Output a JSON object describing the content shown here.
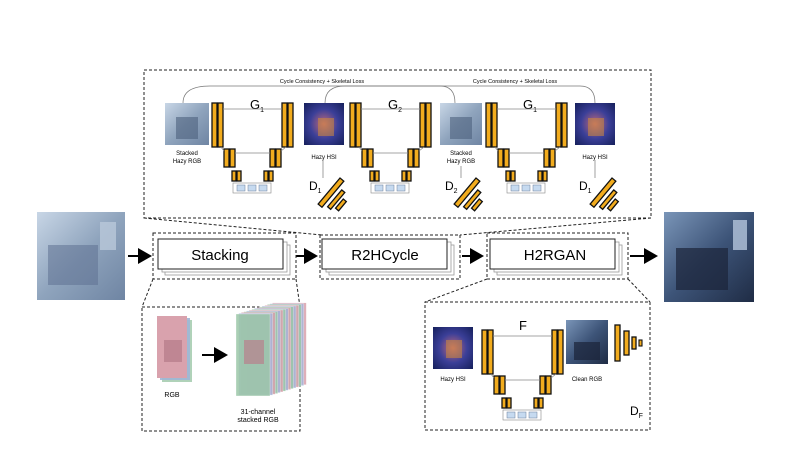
{
  "pipeline": {
    "stacking_label": "Stacking",
    "r2hcycle_label": "R2HCycle",
    "h2rgan_label": "H2RGAN"
  },
  "cycle": {
    "loss_left": "Cycle Consistency + Skeletal Loss",
    "loss_right": "Cycle Consistency + Skeletal Loss",
    "g1_a": "G",
    "g1_a_sub": "1",
    "g2": "G",
    "g2_sub": "2",
    "g1_b": "G",
    "g1_b_sub": "1",
    "d1_a": "D",
    "d1_a_sub": "1",
    "d2": "D",
    "d2_sub": "2",
    "d1_b": "D",
    "d1_b_sub": "1",
    "img1_line1": "Stacked",
    "img1_line2": "Hazy RGB",
    "img2": "Hazy HSI",
    "img3_line1": "Stacked",
    "img3_line2": "Hazy RGB",
    "img4": "Hazy HSI"
  },
  "stack_detail": {
    "rgb_label": "RGB",
    "stacked_line1": "31-channel",
    "stacked_line2": "stacked RGB"
  },
  "gan_detail": {
    "f_label": "F",
    "hazy_label": "Hazy HSI",
    "clean_label": "Clean RGB",
    "df": "D",
    "df_sub": "F"
  },
  "colors": {
    "encoder_bar": "#f2ac1e",
    "bar_outline": "#111111",
    "residual_block": "#c6daf0"
  }
}
